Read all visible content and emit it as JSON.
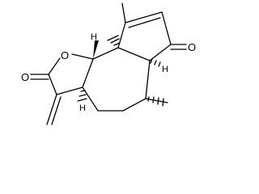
{
  "molecule": {
    "atom_labels": {
      "ring_oxygen": "O",
      "lactone_carbonyl_oxygen": "O",
      "ketone_oxygen": "O",
      "h_top": "H",
      "h_right": "H",
      "h_bottom": "H"
    },
    "colors": {
      "bond": "#000000",
      "label": "#000000",
      "background": "#ffffff"
    }
  }
}
